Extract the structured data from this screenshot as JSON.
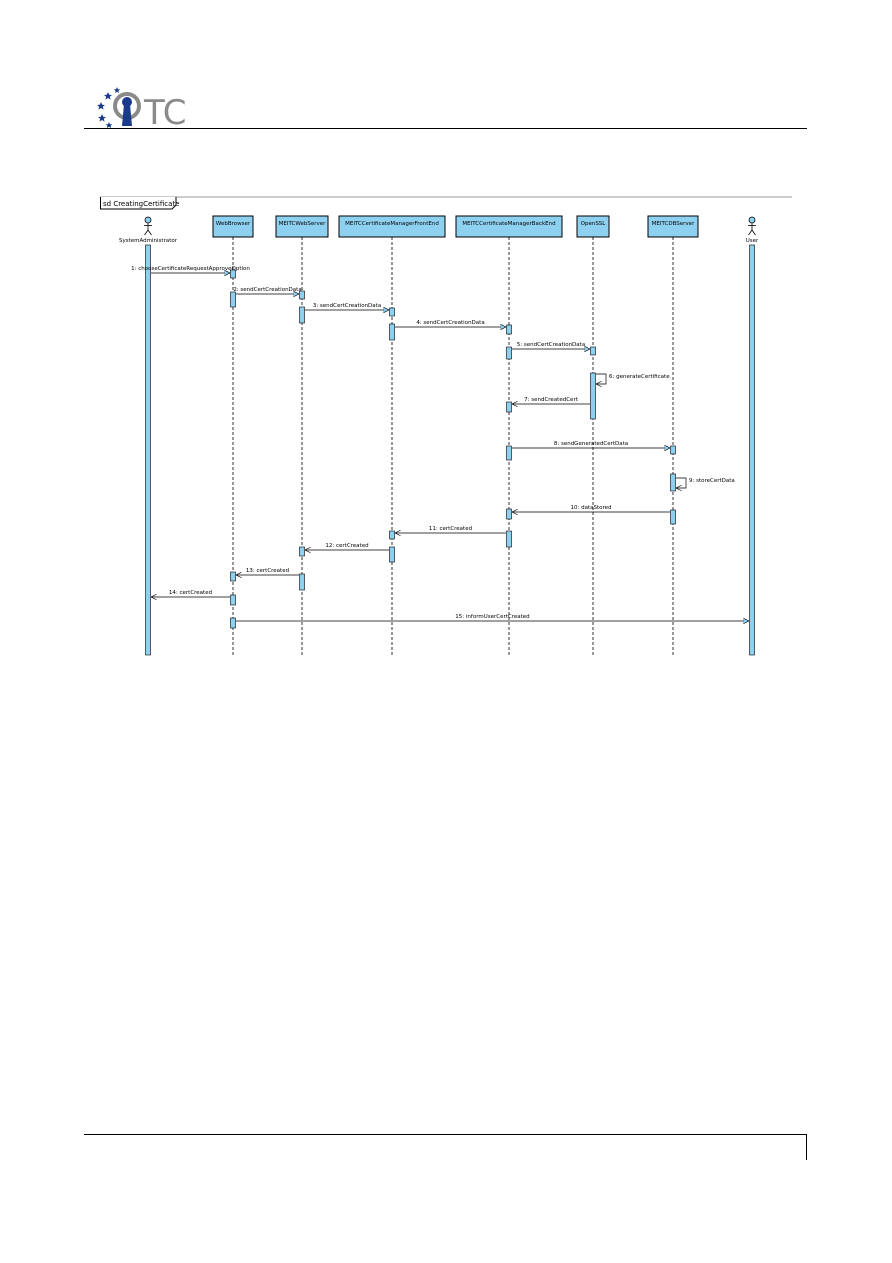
{
  "header": {
    "logo_text": "TC"
  },
  "diagram": {
    "frame_label": "sd CreatingCertificate",
    "participants": [
      {
        "id": "sysadmin",
        "label": "SystemAdministrator",
        "kind": "actor"
      },
      {
        "id": "webbrowser",
        "label": "WebBrowser",
        "kind": "box"
      },
      {
        "id": "webserver",
        "label": "MEITCWebServer",
        "kind": "box"
      },
      {
        "id": "frontend",
        "label": "MEITCCertificateManagerFrontEnd",
        "kind": "box"
      },
      {
        "id": "backend",
        "label": "MEITCCertificateManagerBackEnd",
        "kind": "box"
      },
      {
        "id": "openssl",
        "label": "OpenSSL",
        "kind": "box"
      },
      {
        "id": "dbserver",
        "label": "MEITCDBServer",
        "kind": "box"
      },
      {
        "id": "user",
        "label": "User",
        "kind": "actor"
      }
    ],
    "messages": [
      {
        "from": "sysadmin",
        "to": "webbrowser",
        "label": "1: chooseCertificateRequestApproveOption"
      },
      {
        "from": "webbrowser",
        "to": "webserver",
        "label": "2: sendCertCreationData"
      },
      {
        "from": "webserver",
        "to": "frontend",
        "label": "3: sendCertCreationData"
      },
      {
        "from": "frontend",
        "to": "backend",
        "label": "4: sendCertCreationData"
      },
      {
        "from": "backend",
        "to": "openssl",
        "label": "5: sendCertCreationData"
      },
      {
        "from": "openssl",
        "to": "openssl",
        "label": "6: generateCertificate"
      },
      {
        "from": "openssl",
        "to": "backend",
        "label": "7: sendCreatedCert"
      },
      {
        "from": "backend",
        "to": "dbserver",
        "label": "8: sendGeneratedCertData"
      },
      {
        "from": "dbserver",
        "to": "dbserver",
        "label": "9: storeCertData"
      },
      {
        "from": "dbserver",
        "to": "backend",
        "label": "10: dataStored"
      },
      {
        "from": "backend",
        "to": "frontend",
        "label": "11: certCreated"
      },
      {
        "from": "frontend",
        "to": "webserver",
        "label": "12: certCreated"
      },
      {
        "from": "webserver",
        "to": "webbrowser",
        "label": "13: certCreated"
      },
      {
        "from": "webbrowser",
        "to": "sysadmin",
        "label": "14: certCreated"
      },
      {
        "from": "webbrowser",
        "to": "user",
        "label": "15: informUserCertCreated"
      }
    ]
  },
  "colors": {
    "box_fill": "#8ed0f0",
    "activation_fill": "#8ed0f0",
    "stroke": "#000000",
    "logo_blue": "#1a3a8c",
    "logo_gray": "#8a8a8a"
  }
}
